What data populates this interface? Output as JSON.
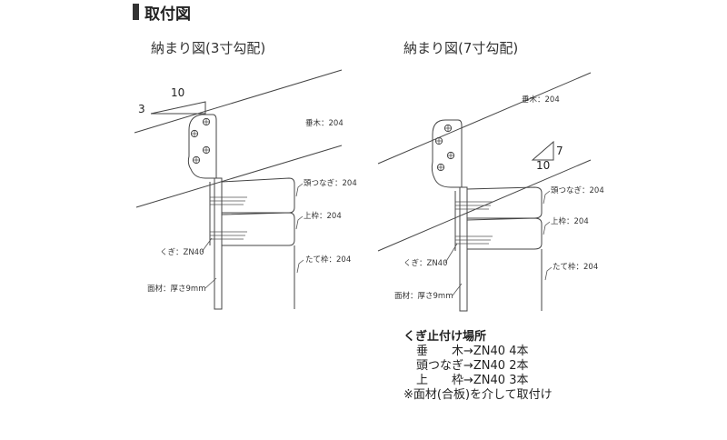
{
  "heading": "取付図",
  "left": {
    "title": "納まり図(3寸勾配)",
    "slope": {
      "run": "10",
      "rise": "3"
    },
    "labels": {
      "rafter": "垂木：204",
      "head_tie": "頭つなぎ：204",
      "top_frame": "上枠：204",
      "nail": "くぎ：ZN40",
      "stud": "たて枠：204",
      "face": "面材：厚さ9mm"
    }
  },
  "right": {
    "title": "納まり図(7寸勾配)",
    "slope": {
      "run": "10",
      "rise": "7"
    },
    "labels": {
      "rafter": "垂木：204",
      "head_tie": "頭つなぎ：204",
      "top_frame": "上枠：204",
      "nail": "くぎ：ZN40",
      "stud": "たて枠：204",
      "face": "面材：厚さ9mm"
    }
  },
  "notes": {
    "title": "くぎ止付け場所",
    "rows": [
      "垂　　木→ZN40 4本",
      "頭つなぎ→ZN40 2本",
      "上　　枠→ZN40 3本"
    ],
    "footnote": "※面材(合板)を介して取付け"
  }
}
